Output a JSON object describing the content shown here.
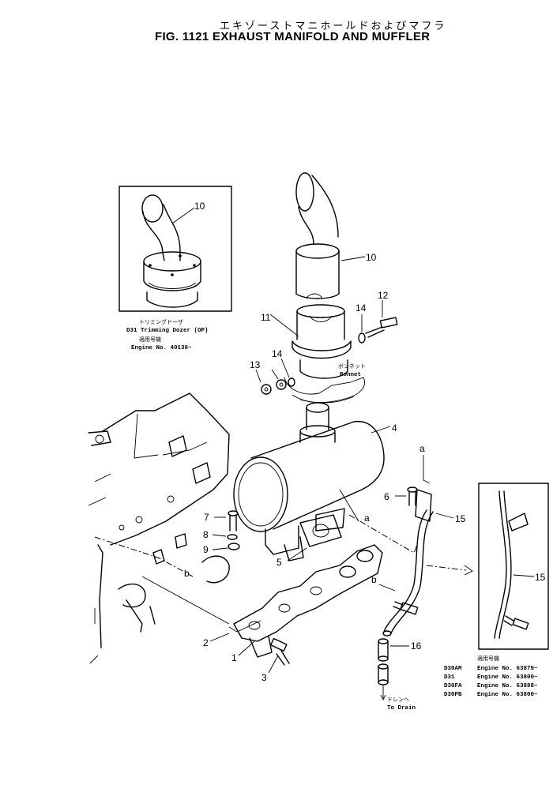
{
  "figure": {
    "title_jp": "エキゾーストマニホールドおよびマフラ",
    "title_en": "FIG. 1121  EXHAUST MANIFOLD AND MUFFLER"
  },
  "callouts": {
    "c10a": "10",
    "c10b": "10",
    "c11": "11",
    "c12": "12",
    "c14a": "14",
    "c14b": "14",
    "c13": "13",
    "c4": "4",
    "c6": "6",
    "c15a": "15",
    "c15b": "15",
    "c7": "7",
    "c8": "8",
    "c9": "9",
    "c5": "5",
    "c2": "2",
    "c1": "1",
    "c3": "3",
    "c16": "16",
    "a1": "a",
    "a2": "a",
    "b1": "b",
    "b2": "b"
  },
  "notes": {
    "inset_left": {
      "jp1": "トリミングドーザ",
      "en1": "D31  Trimming  Dozer (OP)",
      "jp2": "適用号機",
      "en2": "Engine  No.  40138~"
    },
    "bonnet": {
      "jp": "ボンネット",
      "en": "Bonnet"
    },
    "drain": {
      "jp": "ドレンへ",
      "en": "To Drain"
    },
    "inset_right": {
      "jp": "適用号機",
      "rows": [
        {
          "model": "D30AM",
          "text": "Engine  No.  63879~"
        },
        {
          "model": "D31",
          "text": "Engine  No.  63800~"
        },
        {
          "model": "D30FA",
          "text": "Engine  No.  63888~"
        },
        {
          "model": "D30PB",
          "text": "Engine  No.  63800~"
        }
      ]
    }
  }
}
